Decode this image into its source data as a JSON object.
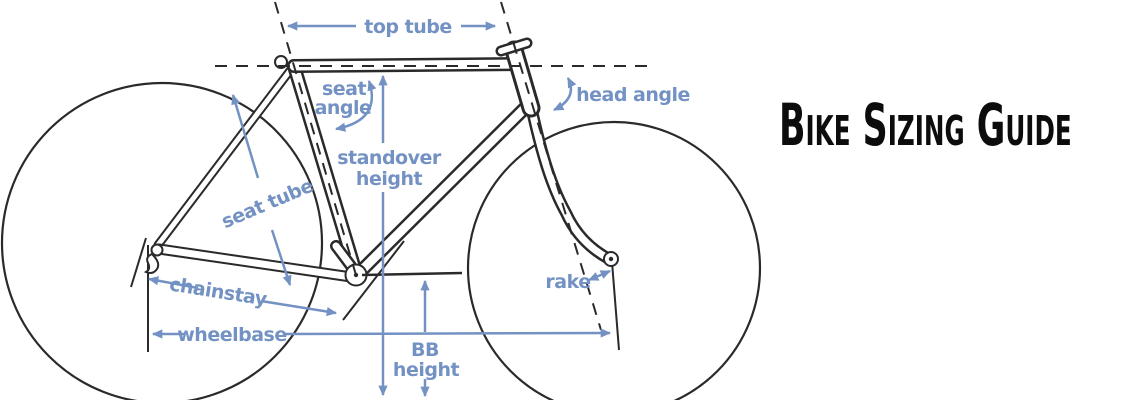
{
  "title": "Bike Sizing Guide",
  "colors": {
    "annotation_blue": "#7392c3",
    "ink": "#2a2a2a",
    "background": "#ffffff",
    "title_color": "#0c0c0c"
  },
  "diagram_labels": {
    "top_tube": "top tube",
    "seat_angle_l1": "seat",
    "seat_angle_l2": "angle",
    "head_angle": "head angle",
    "standover_l1": "standover",
    "standover_l2": "height",
    "seat_tube": "seat tube",
    "chainstay": "chainstay",
    "wheelbase": "wheelbase",
    "rake": "rake",
    "bb_height_l1": "BB",
    "bb_height_l2": "height"
  }
}
